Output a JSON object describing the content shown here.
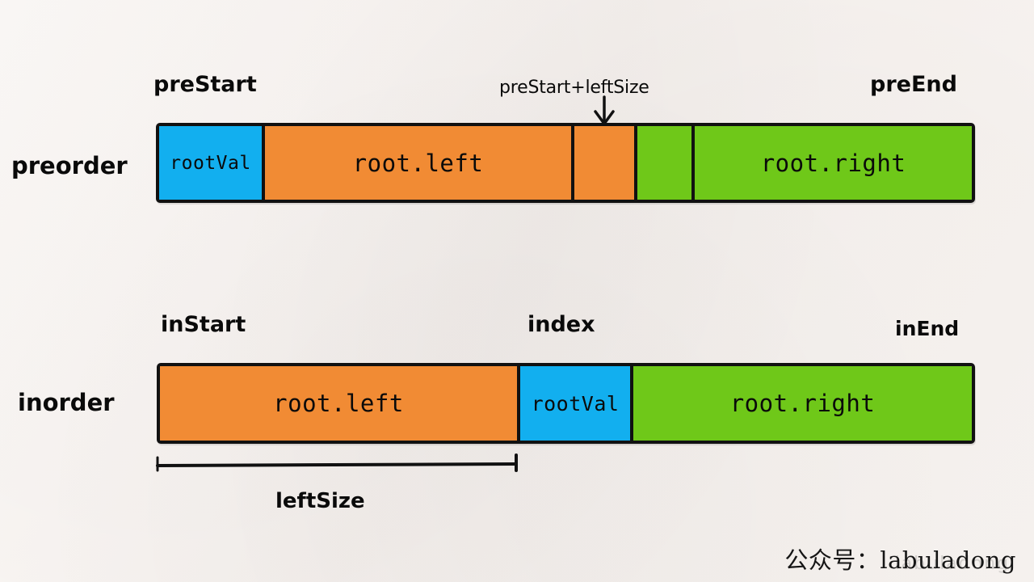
{
  "diagram": {
    "title": "Preorder and inorder array partition for binary tree construction",
    "background_color": "#f8f4f1",
    "stroke_color": "#111111",
    "colors": {
      "root_value": "#12afef",
      "left_subtree": "#f18b34",
      "right_subtree": "#6fc819"
    }
  },
  "preorder_row": {
    "row_label": "preorder",
    "pointers": {
      "start": "preStart",
      "split": "preStart+leftSize",
      "end": "preEnd"
    },
    "segments": [
      {
        "label": "rootVal",
        "color_key": "root_value"
      },
      {
        "label": "root.left",
        "color_key": "left_subtree"
      },
      {
        "label": "",
        "color_key": "left_subtree"
      },
      {
        "label": "",
        "color_key": "right_subtree"
      },
      {
        "label": "root.right",
        "color_key": "right_subtree"
      }
    ]
  },
  "inorder_row": {
    "row_label": "inorder",
    "pointers": {
      "start": "inStart",
      "split": "index",
      "end": "inEnd"
    },
    "segments": [
      {
        "label": "root.left",
        "color_key": "left_subtree"
      },
      {
        "label": "rootVal",
        "color_key": "root_value"
      },
      {
        "label": "root.right",
        "color_key": "right_subtree"
      }
    ],
    "measure": {
      "label": "leftSize"
    }
  },
  "footer": {
    "credit": "公众号：labuladong",
    "watermark": "labuladong"
  }
}
